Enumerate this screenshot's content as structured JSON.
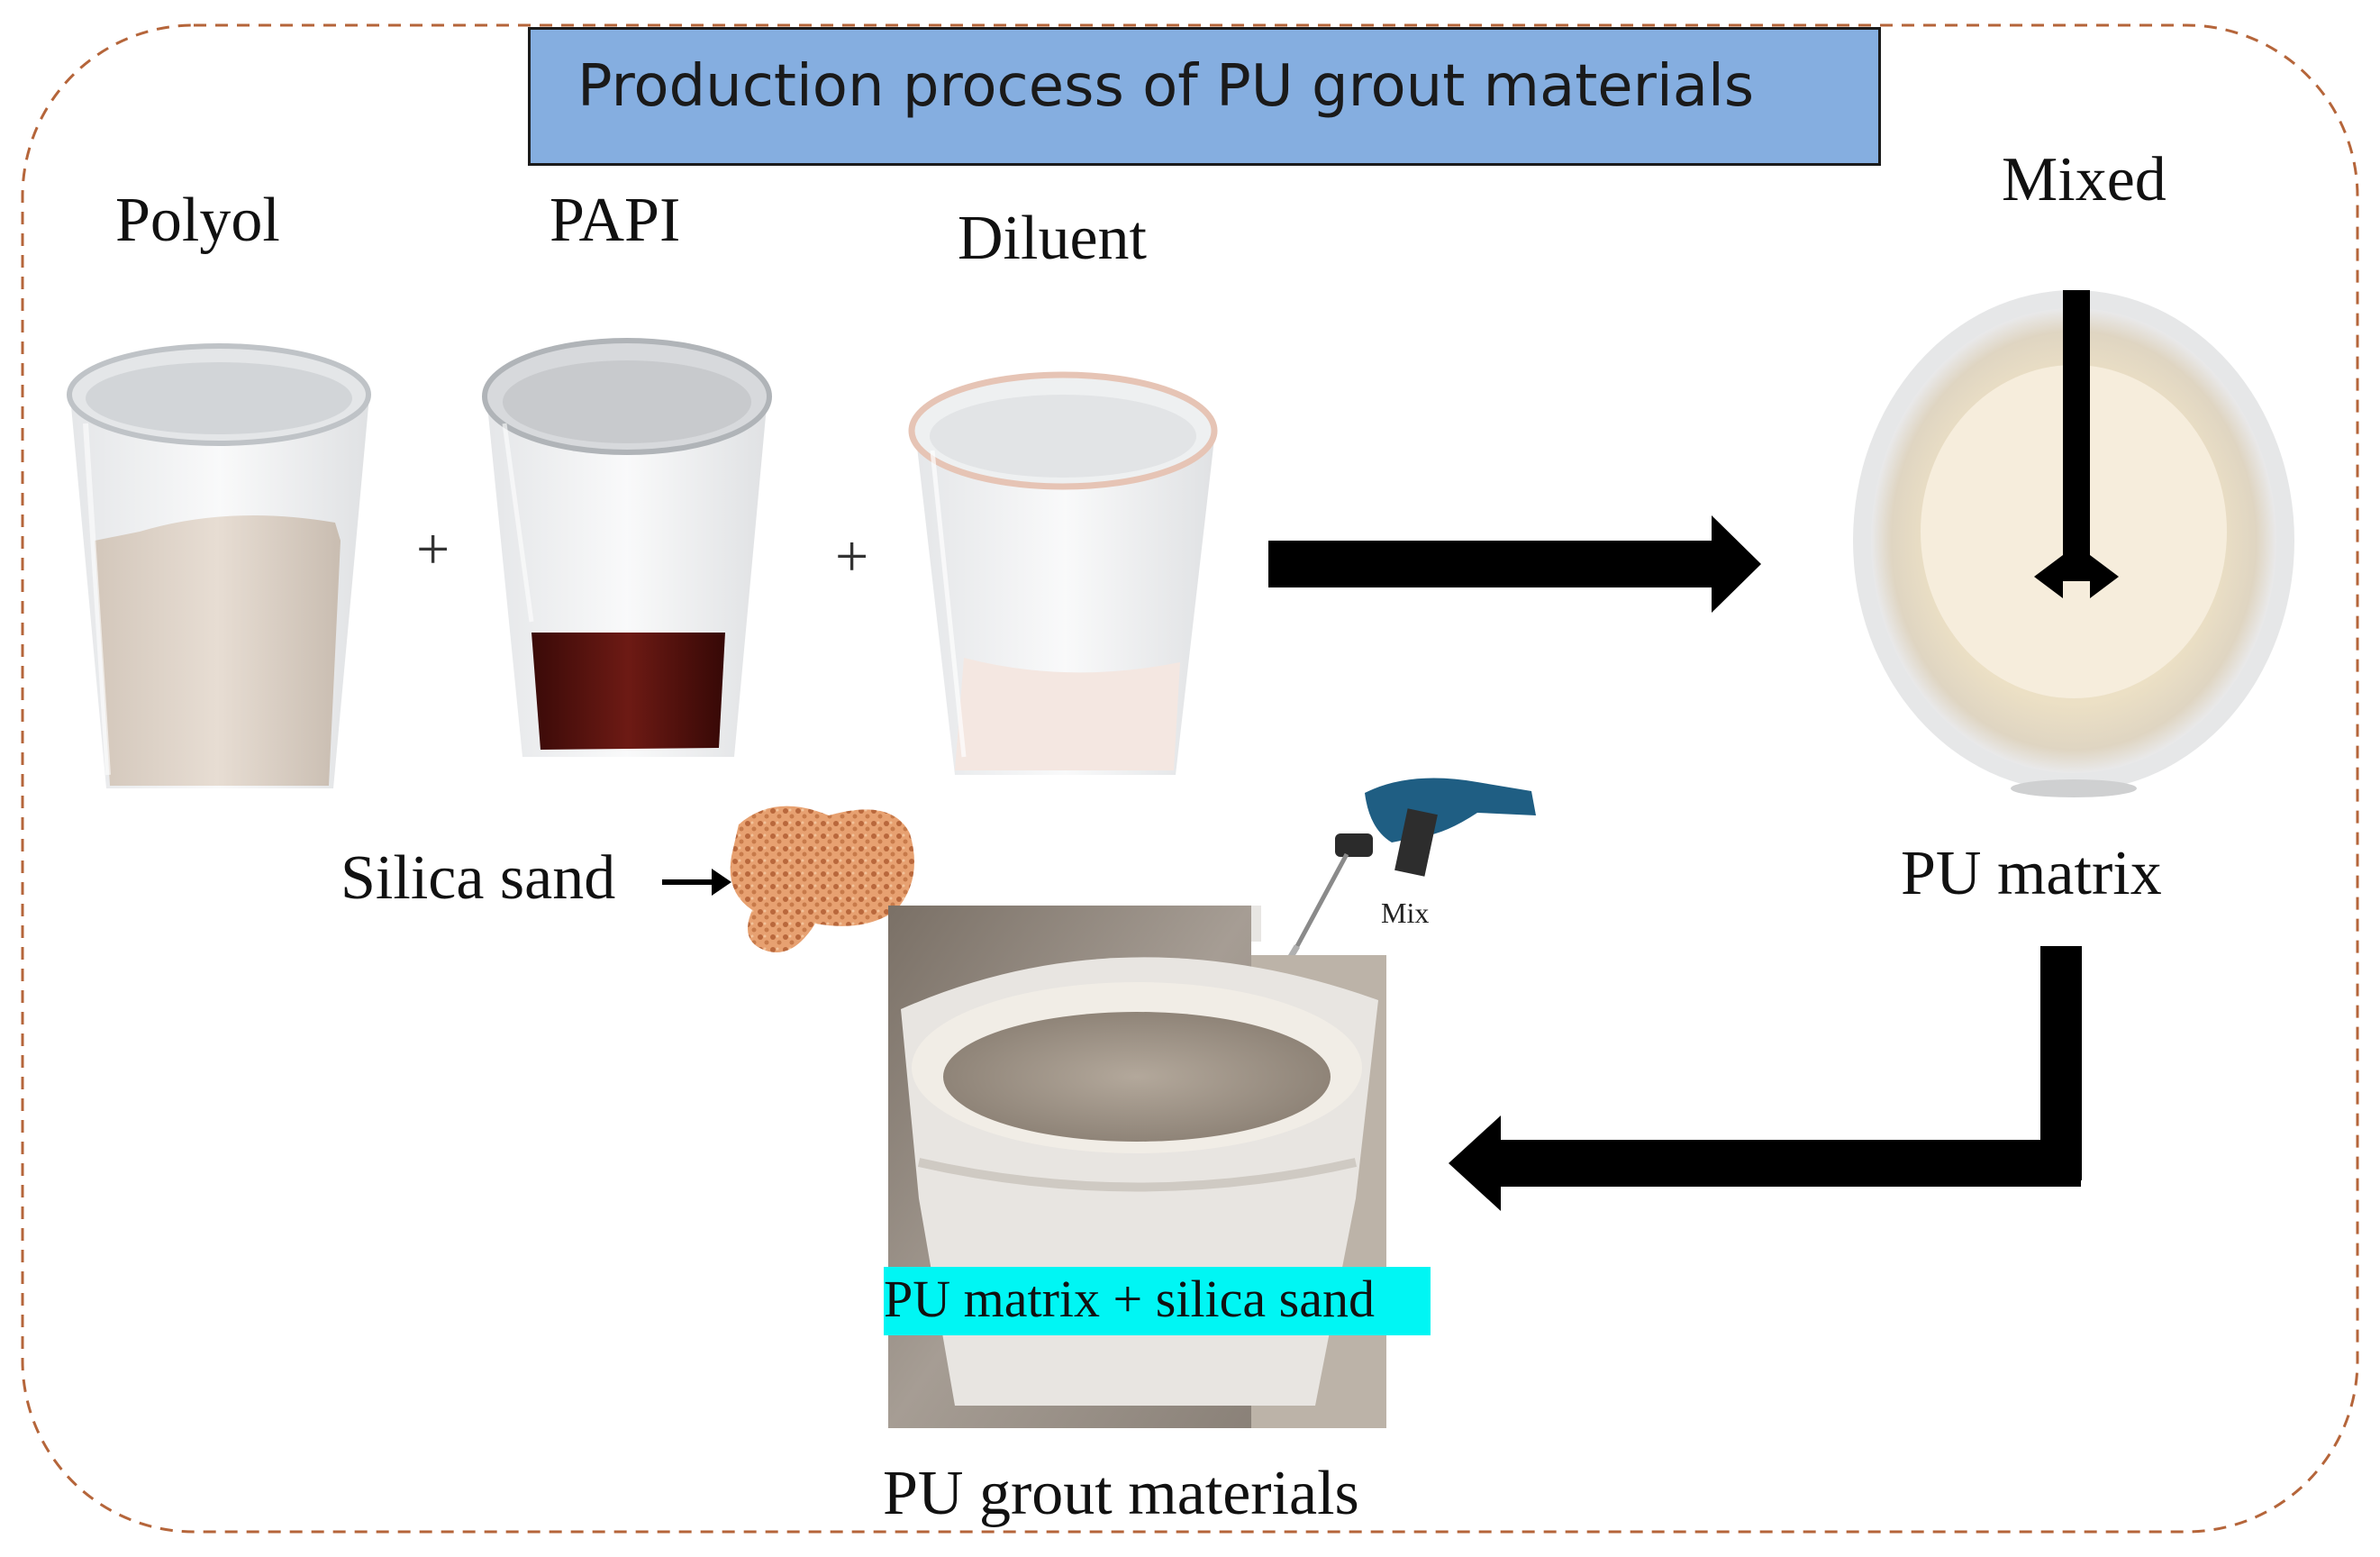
{
  "title": "Production process of PU grout materials",
  "labels": {
    "polyol": "Polyol",
    "papi": "PAPI",
    "diluent": "Diluent",
    "mixed": "Mixed",
    "silica_sand": "Silica sand",
    "pu_matrix": "PU matrix",
    "mix": "Mix",
    "pu_matrix_silica": "PU matrix + silica sand",
    "pu_grout": "PU grout materials",
    "plus_1": "+",
    "plus_2": "+"
  },
  "colors": {
    "title_fill": "#85aee0",
    "highlight": "#00f6f4",
    "border_dashed": "#b5653a",
    "arrow": "#000000"
  }
}
